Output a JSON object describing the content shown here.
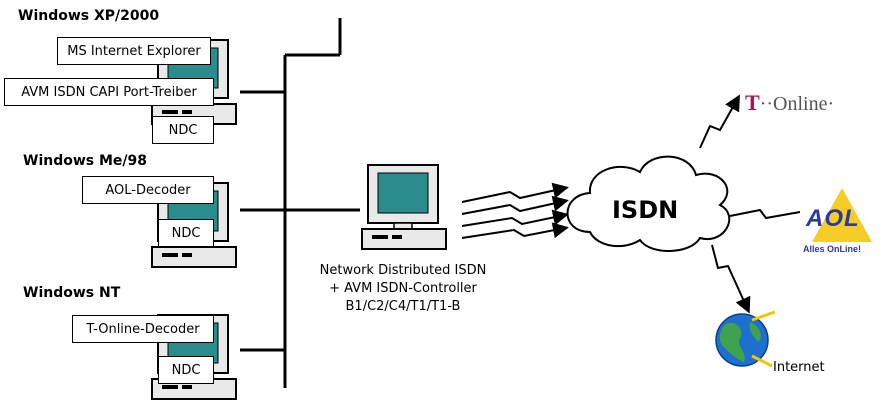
{
  "groups": [
    {
      "title": "Windows XP/2000",
      "labels": [
        "MS Internet Explorer",
        "AVM ISDN CAPI Port-Treiber",
        "NDC"
      ]
    },
    {
      "title": "Windows Me/98",
      "labels": [
        "AOL-Decoder",
        "NDC"
      ]
    },
    {
      "title": "Windows NT",
      "labels": [
        "T-Online-Decoder",
        "NDC"
      ]
    }
  ],
  "server": {
    "caption_lines": [
      "Network Distributed ISDN",
      "+ AVM ISDN-Controller",
      "B1/C2/C4/T1/T1-B"
    ]
  },
  "cloud": {
    "label": "ISDN"
  },
  "providers": {
    "tonline": {
      "t": "T",
      "text": "··Online·"
    },
    "aol": {
      "logo": "AOL",
      "sub": "Alles OnLine!"
    },
    "internet": {
      "label": "Internet"
    }
  },
  "colors": {
    "monitor_body": "#e9e9e9",
    "screen": "#2a8c8c",
    "tonline_magenta": "#b0124f",
    "aol_blue": "#2b3aa0",
    "aol_yellow": "#f3c400",
    "globe_blue": "#1f6fd1",
    "globe_green": "#3fa34d"
  }
}
